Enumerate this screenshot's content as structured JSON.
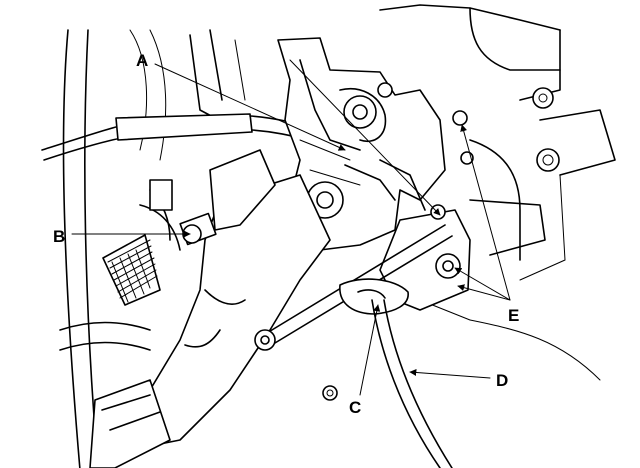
{
  "callouts": [
    {
      "id": "A",
      "label": "A"
    },
    {
      "id": "B",
      "label": "B"
    },
    {
      "id": "C",
      "label": "C"
    },
    {
      "id": "D",
      "label": "D"
    },
    {
      "id": "E",
      "label": "E"
    }
  ],
  "colors": {
    "ink": "#000000",
    "paper": "#ffffff"
  }
}
